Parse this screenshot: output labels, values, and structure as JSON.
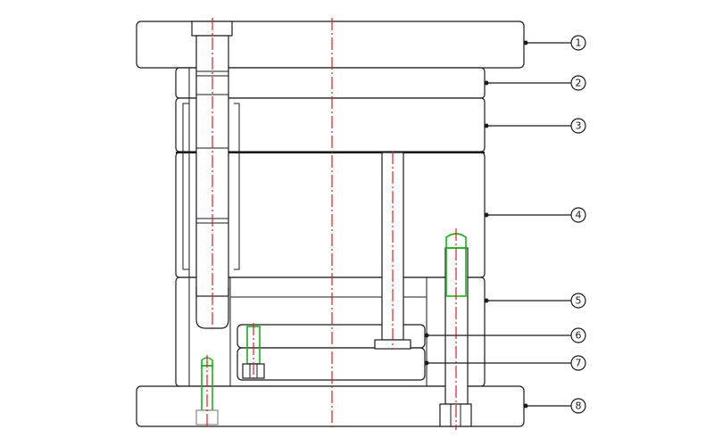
{
  "callouts": [
    {
      "id": "1",
      "label": "1"
    },
    {
      "id": "2",
      "label": "2"
    },
    {
      "id": "3",
      "label": "3"
    },
    {
      "id": "4",
      "label": "4"
    },
    {
      "id": "5",
      "label": "5"
    },
    {
      "id": "6",
      "label": "6"
    },
    {
      "id": "7",
      "label": "7"
    },
    {
      "id": "8",
      "label": "8"
    }
  ],
  "colors": {
    "outline": "#1a1a1a",
    "centerline": "#e02020",
    "screw_highlight": "#19b319",
    "hidden_part": "#9a9a9a",
    "background": "#ffffff"
  }
}
